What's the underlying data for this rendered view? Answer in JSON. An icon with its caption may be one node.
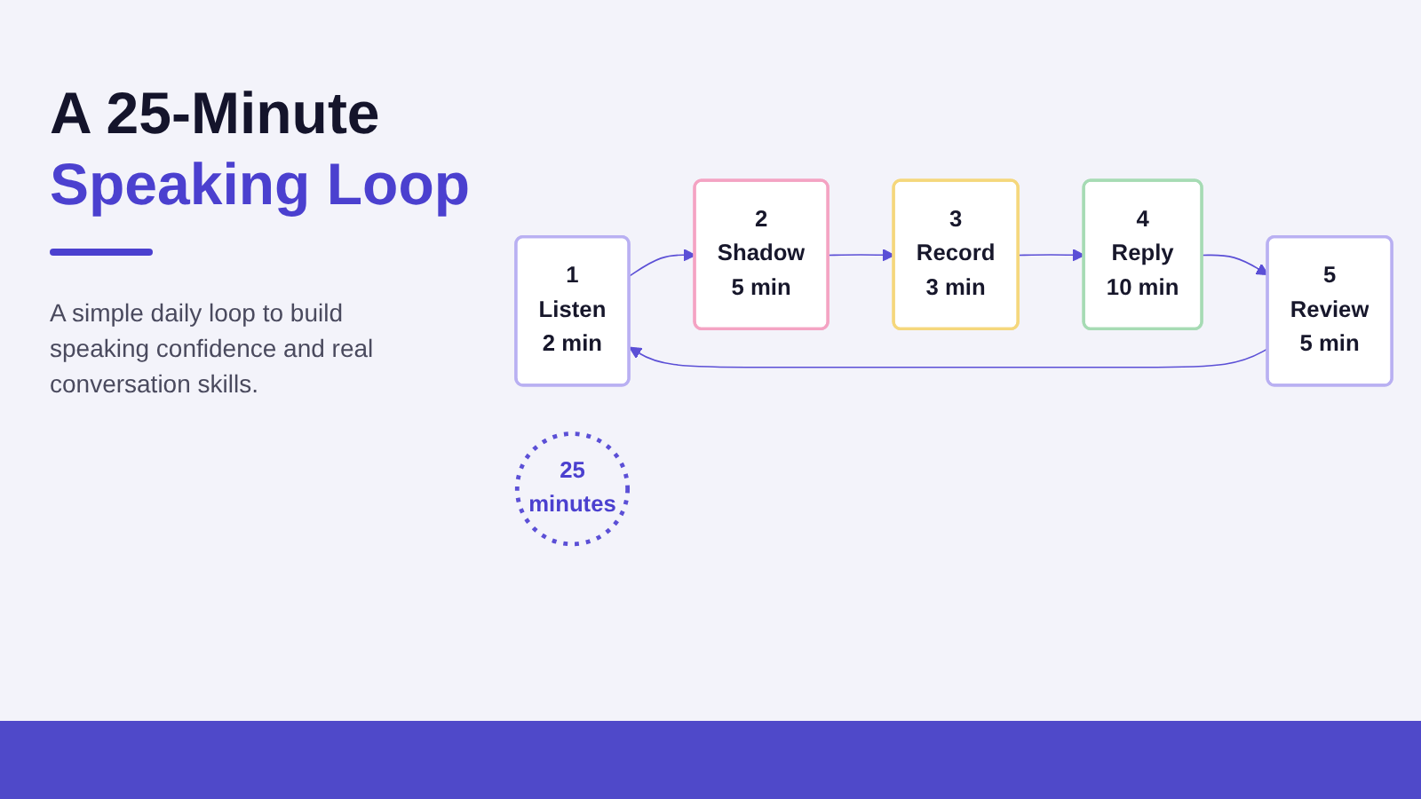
{
  "diagram": {
    "title": "A 25-Minute Speaking Loop",
    "nodes": [
      {
        "text": [
          "1",
          "Listen",
          "2 min"
        ]
      },
      {
        "text": [
          "2",
          "Shadow",
          "5 min"
        ]
      },
      {
        "text": [
          "3",
          "Record",
          "3 min"
        ]
      },
      {
        "text": [
          "4",
          "Reply",
          "10 min"
        ]
      },
      {
        "text": [
          "5",
          "Review",
          "5 min"
        ]
      },
      {
        "text": [
          "25",
          "minutes"
        ]
      }
    ],
    "edges": [
      {
        "from": 0,
        "to": 1,
        "arrow": "to"
      },
      {
        "from": 1,
        "to": 2,
        "arrow": "to"
      },
      {
        "from": 2,
        "to": 3,
        "arrow": "to"
      },
      {
        "from": 3,
        "to": 4,
        "arrow": "to"
      },
      {
        "from": 4,
        "to": 0,
        "arrow": "to"
      }
    ],
    "labels": [
      "A simple daily loop to build speaking confidence and real conversation skills."
    ]
  }
}
